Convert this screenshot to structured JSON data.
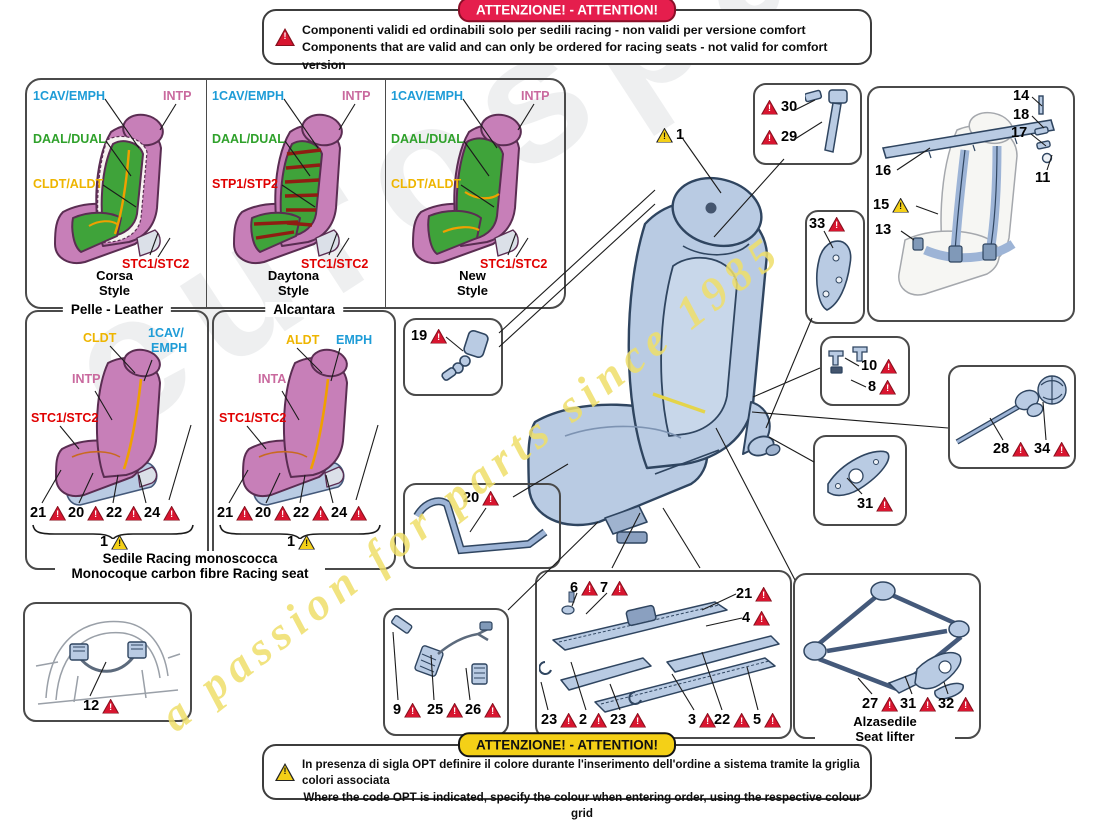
{
  "watermark": {
    "grey": "eurospares",
    "yellow": "a passion for parts since 1985"
  },
  "top_banner": {
    "title": "ATTENZIONE! - ATTENTION!",
    "line_it": "Componenti validi ed ordinabili solo per sedili racing - non validi per versione comfort",
    "line_en": "Components that are valid and can only be ordered for racing seats - not valid for comfort version"
  },
  "bottom_banner": {
    "title": "ATTENZIONE! - ATTENTION!",
    "line_it": "In presenza di sigla OPT definire il colore durante l'inserimento dell'ordine a sistema tramite la griglia colori associata",
    "line_en": "Where the code OPT is indicated, specify the colour when entering order, using the respective colour grid"
  },
  "style_panels": [
    {
      "caption1": "Corsa",
      "caption2": "Style",
      "l_headrest": "1CAV/EMPH",
      "l_interior": "INTP",
      "l_insert": "DAAL/DUAL",
      "l_mid": "CLDT/ALDT",
      "l_stitch": "STC1/STC2"
    },
    {
      "caption1": "Daytona",
      "caption2": "Style",
      "l_headrest": "1CAV/EMPH",
      "l_interior": "INTP",
      "l_insert": "DAAL/DUAL",
      "l_mid": "STP1/STP2",
      "l_stitch": "STC1/STC2"
    },
    {
      "caption1": "New",
      "caption2": "Style",
      "l_headrest": "1CAV/EMPH",
      "l_interior": "INTP",
      "l_insert": "DAAL/DUAL",
      "l_mid": "CLDT/ALDT",
      "l_stitch": "STC1/STC2"
    }
  ],
  "material_panels": [
    {
      "title": "Pelle - Leather",
      "l_yellow": "CLDT",
      "l_blue1": "1CAV/",
      "l_blue2": "EMPH",
      "l_pink": "INTP",
      "l_red": "STC1/STC2"
    },
    {
      "title": "Alcantara",
      "l_yellow": "ALDT",
      "l_blue1": "EMPH",
      "l_pink": "INTA",
      "l_red": "STC1/STC2"
    }
  ],
  "racing_caption": {
    "it": "Sedile Racing monoscocca",
    "en": "Monocoque carbon fibre Racing seat"
  },
  "lifter_caption": {
    "it": "Alzasedile",
    "en": "Seat lifter"
  },
  "parts": {
    "n1": "1",
    "n2": "2",
    "n3": "3",
    "n4": "4",
    "n5": "5",
    "n6": "6",
    "n7": "7",
    "n8": "8",
    "n9": "9",
    "n10": "10",
    "n11": "11",
    "n12": "12",
    "n13": "13",
    "n14": "14",
    "n15": "15",
    "n16": "16",
    "n17": "17",
    "n18": "18",
    "n19": "19",
    "n20": "20",
    "n21": "21",
    "n22": "22",
    "n23": "23",
    "n24": "24",
    "n25": "25",
    "n26": "26",
    "n27": "27",
    "n28": "28",
    "n29": "29",
    "n30": "30",
    "n31": "31",
    "n32": "32",
    "n33": "33",
    "n34": "34"
  }
}
